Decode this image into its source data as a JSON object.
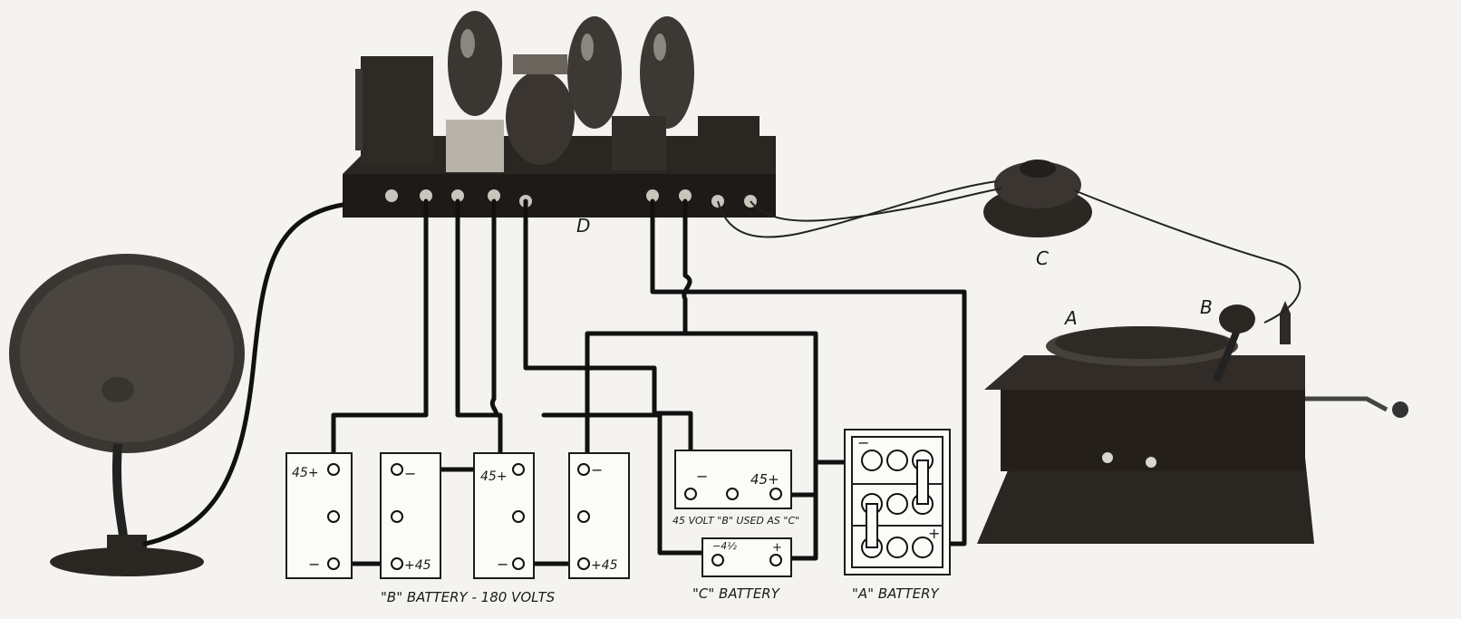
{
  "labels": {
    "amplifier": "D",
    "headphone": "C",
    "turntable": "A",
    "pickup": "B",
    "b_battery_caption": "\"B\" BATTERY - 180 VOLTS",
    "c_battery_caption": "\"C\" BATTERY",
    "a_battery_caption": "\"A\" BATTERY",
    "c_sub_caption": "45 VOLT \"B\" USED AS \"C\""
  },
  "b_cells": [
    {
      "top": "45+",
      "bottom": "−"
    },
    {
      "top": "−",
      "bottom": "+45"
    },
    {
      "top": "45+",
      "bottom": "−"
    },
    {
      "top": "−",
      "bottom": "+45"
    }
  ],
  "c_main": {
    "left": "−",
    "right": "45+"
  },
  "c_small": {
    "left": "−4½",
    "right": "+"
  },
  "a_battery": {
    "neg": "−",
    "pos": "+"
  },
  "colors": {
    "background": "#f4f3ef",
    "wire": "#111111",
    "device": "#2a2622"
  }
}
